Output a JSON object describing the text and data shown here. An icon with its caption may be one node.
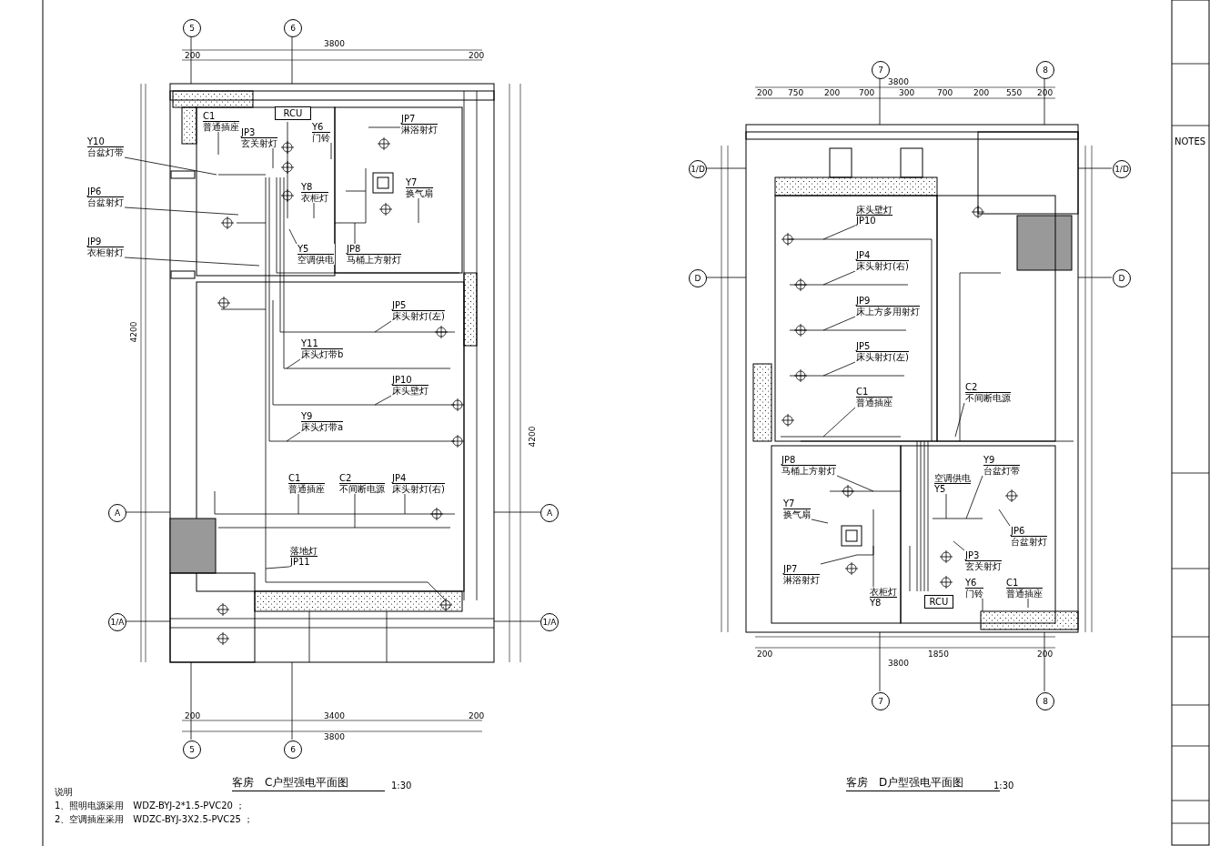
{
  "diagram": {
    "nodes": [
      {
        "text": [
          "C1",
          "普通插座"
        ]
      },
      {
        "text": [
          "Y6",
          "门铃"
        ]
      },
      {
        "text": [
          "JP3",
          "玄关射灯"
        ]
      },
      {
        "text": [
          "Y8",
          "衣柜灯"
        ]
      },
      {
        "text": [
          "Y10",
          "台盆灯带"
        ]
      },
      {
        "text": [
          "JP6",
          "台盆射灯"
        ]
      },
      {
        "text": [
          "JP9",
          "衣柜射灯"
        ]
      },
      {
        "text": [
          "Y5",
          "空调供电"
        ]
      },
      {
        "text": [
          "JP7",
          "淋浴射灯"
        ]
      },
      {
        "text": [
          "Y7",
          "换气扇"
        ]
      },
      {
        "text": [
          "JP8",
          "马桶上方射灯"
        ]
      },
      {
        "text": [
          "RCU"
        ]
      },
      {
        "text": [
          "JP5",
          "床头射灯(左)"
        ]
      },
      {
        "text": [
          "Y11",
          "床头灯带b"
        ]
      },
      {
        "text": [
          "JP10",
          "床头壁灯"
        ]
      },
      {
        "text": [
          "Y9",
          "床头灯带a"
        ]
      },
      {
        "text": [
          "C1",
          "普通插座"
        ]
      },
      {
        "text": [
          "C2",
          "不间断电源"
        ]
      },
      {
        "text": [
          "JP4",
          "床头射灯(右)"
        ]
      },
      {
        "text": [
          "落地灯",
          "JP11"
        ]
      },
      {
        "text": [
          "RCU"
        ]
      },
      {
        "text": [
          "床头壁灯",
          "JP10"
        ]
      },
      {
        "text": [
          "JP4",
          "床头射灯(右)"
        ]
      },
      {
        "text": [
          "JP9",
          "床上方多用射灯"
        ]
      },
      {
        "text": [
          "JP5",
          "床头射灯(左)"
        ]
      },
      {
        "text": [
          "C1",
          "普通插座"
        ]
      },
      {
        "text": [
          "C2",
          "不间断电源"
        ]
      },
      {
        "text": [
          "JP8",
          "马桶上方射灯"
        ]
      },
      {
        "text": [
          "Y7",
          "换气扇"
        ]
      },
      {
        "text": [
          "JP7",
          "淋浴射灯"
        ]
      },
      {
        "text": [
          "Y9",
          "台盆灯带"
        ]
      },
      {
        "text": [
          "空调供电",
          "Y5"
        ]
      },
      {
        "text": [
          "JP6",
          "台盆射灯"
        ]
      },
      {
        "text": [
          "衣柜灯",
          "Y8"
        ]
      },
      {
        "text": [
          "JP3",
          "玄关射灯"
        ]
      },
      {
        "text": [
          "Y6",
          "门铃"
        ]
      },
      {
        "text": [
          "C1",
          "普通插座"
        ]
      }
    ],
    "edges": [
      {
        "from": 0,
        "to": null,
        "arrow": "none"
      },
      {
        "from": 1,
        "to": null,
        "arrow": "none"
      },
      {
        "from": 2,
        "to": null,
        "arrow": "none"
      },
      {
        "from": 3,
        "to": null,
        "arrow": "none"
      },
      {
        "from": 4,
        "to": null,
        "arrow": "none"
      },
      {
        "from": 5,
        "to": null,
        "arrow": "none"
      },
      {
        "from": 6,
        "to": null,
        "arrow": "none"
      },
      {
        "from": 7,
        "to": null,
        "arrow": "none"
      },
      {
        "from": 8,
        "to": null,
        "arrow": "none"
      },
      {
        "from": 9,
        "to": null,
        "arrow": "none"
      },
      {
        "from": 10,
        "to": null,
        "arrow": "none"
      },
      {
        "from": 12,
        "to": null,
        "arrow": "none"
      },
      {
        "from": 13,
        "to": null,
        "arrow": "none"
      },
      {
        "from": 14,
        "to": null,
        "arrow": "none"
      },
      {
        "from": 15,
        "to": null,
        "arrow": "none"
      },
      {
        "from": 16,
        "to": null,
        "arrow": "none"
      },
      {
        "from": 17,
        "to": null,
        "arrow": "none"
      },
      {
        "from": 18,
        "to": null,
        "arrow": "none"
      },
      {
        "from": 19,
        "to": null,
        "arrow": "none"
      },
      {
        "from": 21,
        "to": null,
        "arrow": "none"
      },
      {
        "from": 22,
        "to": null,
        "arrow": "none"
      },
      {
        "from": 23,
        "to": null,
        "arrow": "none"
      },
      {
        "from": 24,
        "to": null,
        "arrow": "none"
      },
      {
        "from": 25,
        "to": null,
        "arrow": "none"
      },
      {
        "from": 26,
        "to": null,
        "arrow": "none"
      },
      {
        "from": 27,
        "to": null,
        "arrow": "none"
      },
      {
        "from": 28,
        "to": null,
        "arrow": "none"
      },
      {
        "from": 29,
        "to": null,
        "arrow": "none"
      },
      {
        "from": 30,
        "to": null,
        "arrow": "none"
      },
      {
        "from": 31,
        "to": null,
        "arrow": "none"
      },
      {
        "from": 32,
        "to": null,
        "arrow": "none"
      },
      {
        "from": 33,
        "to": null,
        "arrow": "none"
      },
      {
        "from": 34,
        "to": null,
        "arrow": "none"
      },
      {
        "from": 35,
        "to": null,
        "arrow": "none"
      },
      {
        "from": 36,
        "to": null,
        "arrow": "none"
      }
    ],
    "labels": [
      "5",
      "6",
      "5",
      "6",
      "A",
      "A",
      "1/A",
      "1/A",
      "7",
      "8",
      "7",
      "8",
      "1/D",
      "1/D",
      "D",
      "D",
      "3800",
      "200",
      "200",
      "3400",
      "3800",
      "200",
      "200",
      "4200",
      "4200",
      "3800",
      "200",
      "750",
      "200",
      "700",
      "300",
      "700",
      "200",
      "550",
      "200",
      "200",
      "1850",
      "200",
      "3800",
      "客房　C户型强电平面图",
      "1:30",
      "客房　D户型强电平面图",
      "1:30",
      "说明",
      "1、照明电源采用　WDZ-BYJ-2*1.5-PVC20 ；",
      "2、空调插座采用　WDZC-BYJ-3X2.5-PVC25 ；",
      "NOTES"
    ]
  }
}
